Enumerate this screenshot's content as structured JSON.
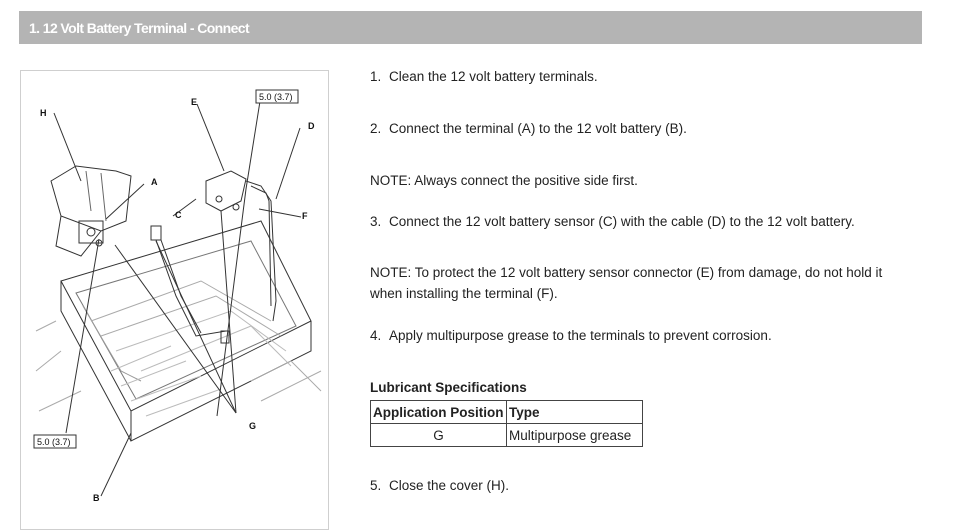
{
  "header": {
    "title": "1. 12 Volt Battery Terminal - Connect"
  },
  "figure": {
    "labels": {
      "A": "A",
      "B": "B",
      "C": "C",
      "D": "D",
      "E": "E",
      "F": "F",
      "G": "G",
      "H": "H"
    },
    "torque_top": "5.0 (3.7)",
    "torque_bottom": "5.0 (3.7)"
  },
  "steps": {
    "s1": {
      "num": "1.",
      "text": "Clean the 12 volt battery terminals."
    },
    "s2": {
      "num": "2.",
      "text": "Connect the terminal (A) to the 12 volt battery (B)."
    },
    "note1": "NOTE: Always connect the positive side first.",
    "s3": {
      "num": "3.",
      "text": "Connect the 12 volt battery sensor (C) with the cable (D) to the 12 volt battery."
    },
    "note2": "NOTE: To protect the 12 volt battery sensor connector (E) from damage, do not hold it when installing the terminal (F).",
    "s4": {
      "num": "4.",
      "text": "Apply multipurpose grease to the terminals to prevent corrosion."
    },
    "s5": {
      "num": "5.",
      "text": "Close the cover (H)."
    }
  },
  "lubricant": {
    "title": "Lubricant Specifications",
    "headers": [
      "Application Position",
      "Type"
    ],
    "rows": [
      {
        "position": "G",
        "type": "Multipurpose grease"
      }
    ]
  }
}
